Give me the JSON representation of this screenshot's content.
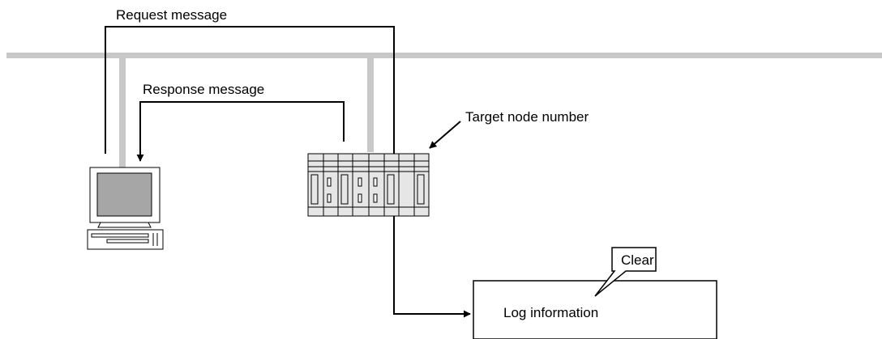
{
  "labels": {
    "request": "Request message",
    "response": "Response message",
    "target": "Target node number",
    "clear": "Clear",
    "log": "Log information"
  },
  "colors": {
    "network": "#c8c8c8",
    "screen": "#a6a6a6",
    "rack": "#e6e6e6",
    "line": "#000000"
  },
  "icons": {
    "computer": "personal-computer-icon",
    "plc": "plc-rack-icon"
  }
}
